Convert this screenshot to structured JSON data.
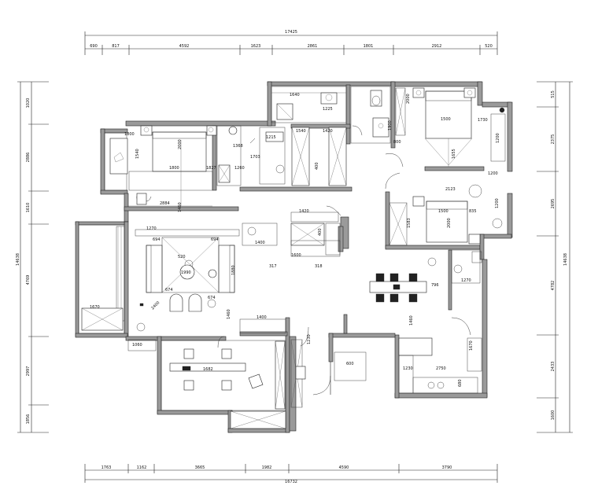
{
  "dimensions": {
    "top_total": "17425",
    "top_segments": [
      "690",
      "817",
      "4592",
      "1623",
      "2861",
      "1801",
      "2912",
      "520"
    ],
    "bottom_total": "16732",
    "bottom_segments": [
      "1763",
      "1162",
      "3665",
      "1982",
      "4590",
      "3790"
    ],
    "left_total": "14638",
    "left_segments": [
      "1020",
      "2886",
      "1610",
      "4769",
      "2997",
      "1856"
    ],
    "right_total": "14638",
    "right_segments": [
      "515",
      "2375",
      "2695",
      "4782",
      "2433",
      "1600"
    ]
  },
  "room_labels": {
    "r1": "1640",
    "r2": "1225",
    "r3": "1500",
    "r4": "2000",
    "r5": "1730",
    "r6": "1200",
    "r7": "1655",
    "r8": "1900",
    "r9": "1200",
    "r10": "2123",
    "r11": "1500",
    "r12": "2000",
    "r13": "835",
    "r14": "1200",
    "r15": "1260",
    "r16": "1368",
    "r17": "1215",
    "r18": "1703",
    "r19": "1540",
    "r20": "1800",
    "r21": "2000",
    "r22": "1800",
    "r23": "1827",
    "r24": "1540",
    "r25": "2884",
    "r26": "1420",
    "r27": "1400",
    "r28": "1600",
    "r29": "400",
    "r30": "317",
    "r31": "318",
    "r32": "1270",
    "r33": "1670",
    "r34": "694",
    "r35": "694",
    "r36": "520",
    "r37": "1990",
    "r38": "1880",
    "r39": "674",
    "r40": "674",
    "r41": "2400",
    "r42": "796",
    "r43": "1460",
    "r44": "1400",
    "r45": "1060",
    "r46": "1670",
    "r47": "1682",
    "r48": "2750",
    "r49": "800",
    "r50": "600",
    "r51": "1230",
    "r52": "1230",
    "r53": "1583",
    "r54": "1270",
    "r55": "680"
  }
}
